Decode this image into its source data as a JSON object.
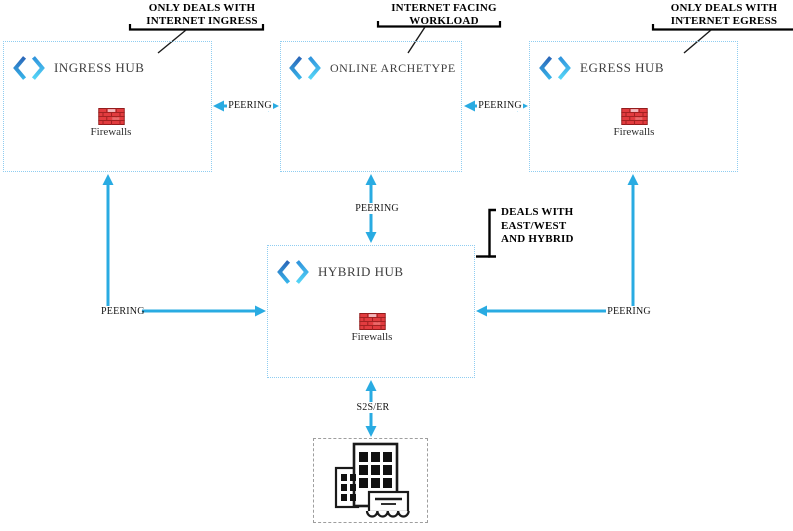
{
  "annotations": {
    "ingress_note": {
      "lines": [
        "ONLY DEALS WITH",
        "INTERNET INGRESS"
      ]
    },
    "workload_note": {
      "lines": [
        "INTERNET FACING",
        "WORKLOAD"
      ]
    },
    "egress_note": {
      "lines": [
        "ONLY DEALS WITH",
        "INTERNET EGRESS"
      ]
    },
    "hybrid_note": {
      "lines": [
        "DEALS WITH",
        "EAST/WEST",
        "AND HYBRID"
      ]
    }
  },
  "nodes": {
    "ingress_hub": {
      "title": "INGRESS HUB",
      "firewall_label": "Firewalls",
      "icon": "vnet-chevrons-icon"
    },
    "online_archetype": {
      "title": "ONLINE ARCHETYPE",
      "icon": "vnet-chevrons-icon"
    },
    "egress_hub": {
      "title": "EGRESS HUB",
      "firewall_label": "Firewalls",
      "icon": "vnet-chevrons-icon"
    },
    "hybrid_hub": {
      "title": "HYBRID HUB",
      "firewall_label": "Firewalls",
      "icon": "vnet-chevrons-icon"
    },
    "on_premises": {
      "icon": "buildings-icon"
    }
  },
  "edges": {
    "ingress_online": {
      "label": "PEERING"
    },
    "online_egress": {
      "label": "PEERING"
    },
    "online_hybrid": {
      "label": "PEERING"
    },
    "ingress_hybrid": {
      "label": "PEERING"
    },
    "egress_hybrid": {
      "label": "PEERING"
    },
    "hybrid_onprem": {
      "label": "S2S/ER"
    }
  },
  "colors": {
    "arrow": "#29abe2",
    "hub_border": "#8fcdf1",
    "onprem_border": "#9e9e9e",
    "annotation_text": "#000000",
    "node_title": "#3f3f3f",
    "firewall_red": "#e23c3f",
    "icon_blue_dark": "#2566b0",
    "icon_blue_light": "#55d6f7"
  }
}
